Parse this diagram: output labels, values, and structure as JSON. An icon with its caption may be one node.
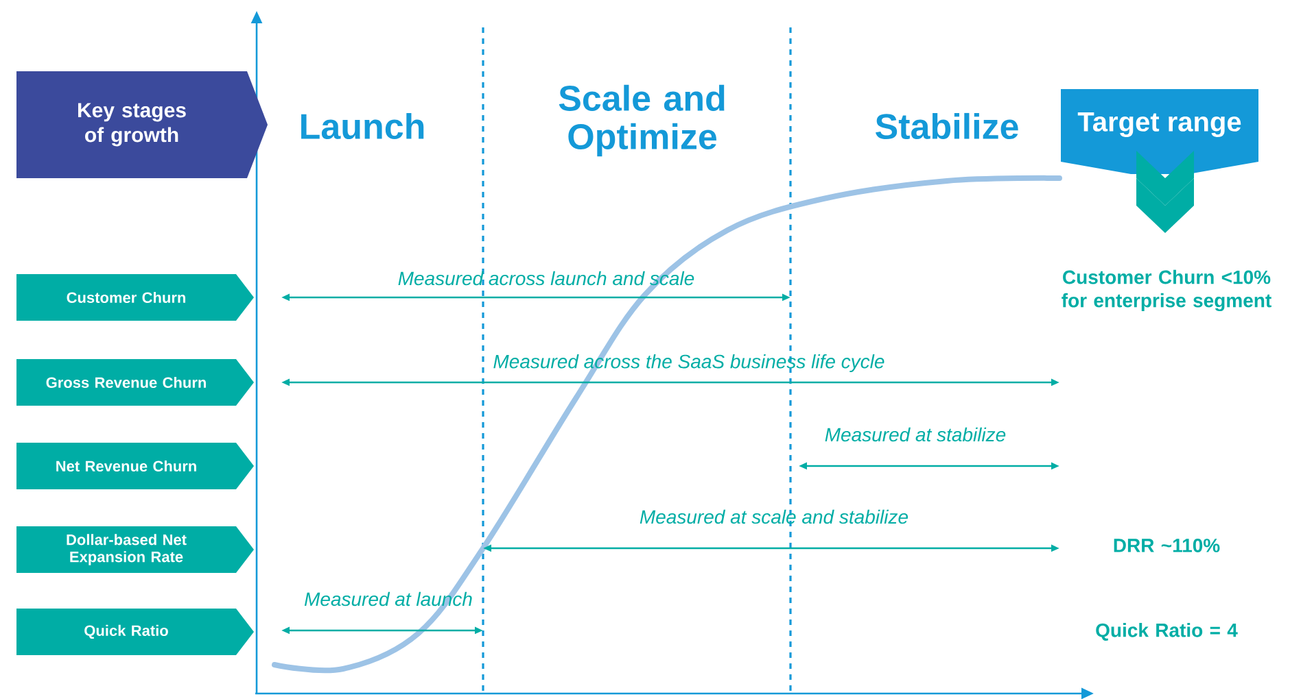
{
  "diagram": {
    "nodes": [
      {
        "text": [
          "Key stages of growth"
        ]
      },
      {
        "text": [
          "Customer Churn"
        ]
      },
      {
        "text": [
          "Gross Revenue Churn"
        ]
      },
      {
        "text": [
          "Net Revenue Churn"
        ]
      },
      {
        "text": [
          "Dollar-based Net Expansion Rate"
        ]
      },
      {
        "text": [
          "Quick Ratio"
        ]
      },
      {
        "text": [
          "Target range"
        ]
      }
    ],
    "labels": [
      "Launch",
      "Scale and Optimize",
      "Stabilize",
      "Customer Churn <10% for enterprise segment",
      "Measured across launch and scale",
      "Measured across the SaaS business life cycle",
      "Measured at stabilize",
      "Measured at scale and stabilize",
      "DRR ~110%",
      "Measured at launch",
      "Quick Ratio = 4"
    ]
  }
}
